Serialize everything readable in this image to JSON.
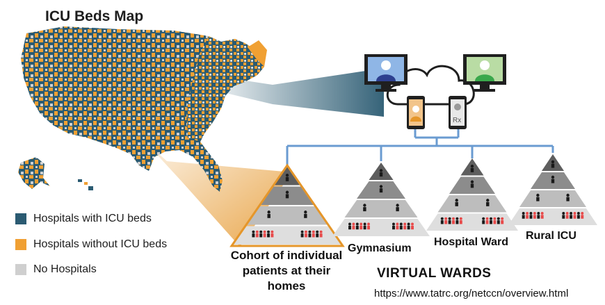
{
  "map": {
    "title": "ICU Beds Map"
  },
  "legend": [
    {
      "label": "Hospitals with  ICU beds",
      "color": "#2b5b72"
    },
    {
      "label": "Hospitals without  ICU beds",
      "color": "#f0a033"
    },
    {
      "label": "No Hospitals",
      "color": "#cfcfcf"
    }
  ],
  "telehealth": {
    "provider_left_icon": "doctor-avatar-icon",
    "provider_right_icon": "pharmacist-avatar-icon",
    "phone_left_icon": "patient-avatar-icon",
    "phone_right_icon": "rx-prescription-icon",
    "cloud_icon": "cloud-icon",
    "link_color": "#6a9bd1"
  },
  "pyramids": {
    "cohort_label_lines": [
      "Cohort of individual",
      "patients at their",
      "homes"
    ],
    "gymnasium": "Gymnasium",
    "hospital_ward": "Hospital Ward",
    "rural_icu": "Rural ICU",
    "patient_color": "#e84a4a",
    "cohort_outline_color": "#e5962a"
  },
  "footer": {
    "title": "VIRTUAL WARDS",
    "url": "https://www.tatrc.org/netccn/overview.html"
  }
}
